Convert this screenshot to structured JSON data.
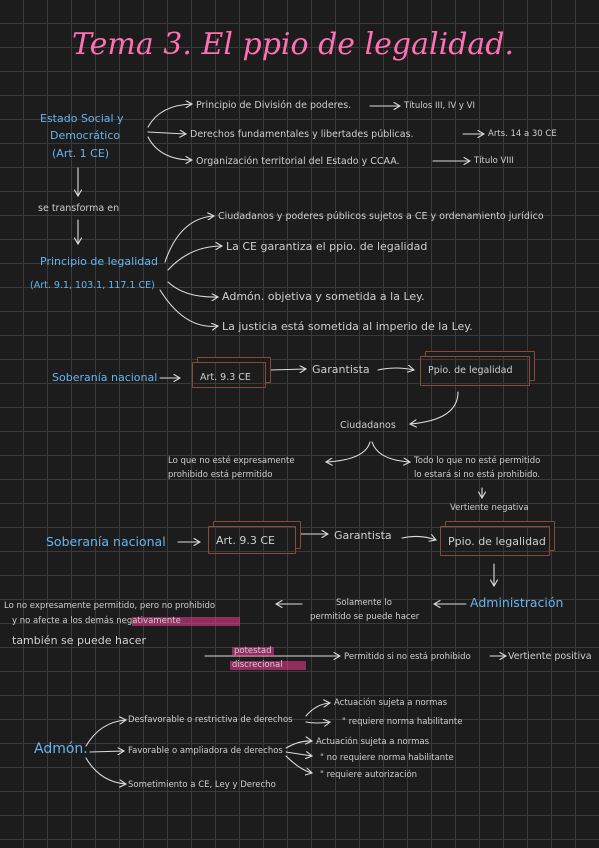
{
  "title": "Tema 3. El ppio de legalidad.",
  "section1": {
    "source_line1": "Estado Social y",
    "source_line2": "Democrático",
    "source_line3": "(Art. 1 CE)",
    "branches": [
      "Principio de División de poderes.",
      "Derechos fundamentales y libertades públicas.",
      "Organización territorial del Estado y CCAA."
    ],
    "refs": [
      "Títulos III, IV y VI",
      "Arts. 14 a 30 CE",
      "Título VIII"
    ],
    "transform_label": "se transforma en",
    "principle_line1": "Principio de legalidad",
    "principle_line2": "(Art. 9.1, 103.1, 117.1 CE)",
    "consequences": [
      "Ciudadanos y poderes públicos sujetos a CE y ordenamiento jurídico",
      "La CE garantiza el ppio. de legalidad",
      "Admón. objetiva y sometida a la Ley.",
      "La justicia está sometida al imperio de la Ley."
    ]
  },
  "section2": {
    "sovereignty": "Soberanía nacional",
    "article": "Art. 9.3 CE",
    "guarantee": "Garantista",
    "principle": "Ppio. de legalidad",
    "citizens": "Ciudadanos",
    "left_line1": "Lo que no esté expresamente",
    "left_line2": "prohibido está permitido",
    "right_line1": "Todo lo que no esté permitido",
    "right_line2": "lo estará si no está prohibido.",
    "negative": "Vertiente negativa"
  },
  "section3": {
    "sovereignty": "Soberanía nacional",
    "article": "Art. 9.3 CE",
    "guarantee": "Garantista",
    "principle": "Ppio. de legalidad",
    "administration": "Administración",
    "only_line1": "Solamente lo",
    "only_line2": "permitido se puede hacer",
    "left_line1": "Lo no expresamente permitido, pero no prohibido",
    "left_line2": "y no afecte a los demás negativamente",
    "left_line3": "también se puede hacer",
    "discretion_line1": "potestad",
    "discretion_line2": "discrecional",
    "permitted": "Permitido si no está prohibido",
    "positive": "Vertiente positiva"
  },
  "section4": {
    "source": "Admón.",
    "branches": [
      "Desfavorable o restrictiva de derechos",
      "Favorable o ampliadora de derechos",
      "Sometimiento a CE, Ley y Derecho"
    ],
    "unfav_results": [
      "Actuación sujeta a normas",
      "\"   requiere norma habilitante"
    ],
    "fav_results": [
      "Actuación sujeta a normas",
      "\"   no requiere norma habilitante",
      "\"   requiere autorización"
    ]
  }
}
